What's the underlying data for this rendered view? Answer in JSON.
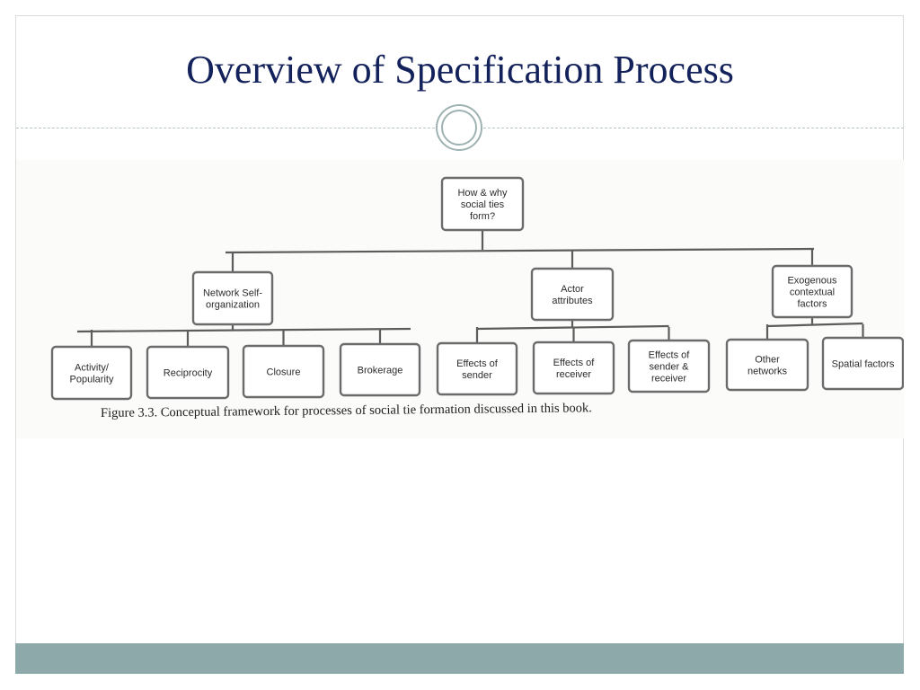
{
  "slide": {
    "title": "Overview of Specification Process",
    "caption": "Figure 3.3. Conceptual framework for processes of social tie formation discussed in this book."
  },
  "diagram": {
    "root": {
      "lines": [
        "How & why",
        "social ties",
        "form?"
      ]
    },
    "branches": [
      {
        "id": "network",
        "lines": [
          "Network Self-",
          "organization"
        ],
        "children": [
          {
            "id": "activity",
            "lines": [
              "Activity/",
              "Popularity"
            ]
          },
          {
            "id": "reciprocity",
            "lines": [
              "Reciprocity"
            ]
          },
          {
            "id": "closure",
            "lines": [
              "Closure"
            ]
          },
          {
            "id": "brokerage",
            "lines": [
              "Brokerage"
            ]
          }
        ]
      },
      {
        "id": "actor",
        "lines": [
          "Actor",
          "attributes"
        ],
        "children": [
          {
            "id": "sender",
            "lines": [
              "Effects of",
              "sender"
            ]
          },
          {
            "id": "receiver",
            "lines": [
              "Effects of",
              "receiver"
            ]
          },
          {
            "id": "sender-receiver",
            "lines": [
              "Effects of",
              "sender &",
              "receiver"
            ]
          }
        ]
      },
      {
        "id": "exogenous",
        "lines": [
          "Exogenous",
          "contextual",
          "factors"
        ],
        "children": [
          {
            "id": "other-networks",
            "lines": [
              "Other",
              "networks"
            ]
          },
          {
            "id": "spatial",
            "lines": [
              "Spatial factors"
            ]
          }
        ]
      }
    ]
  }
}
